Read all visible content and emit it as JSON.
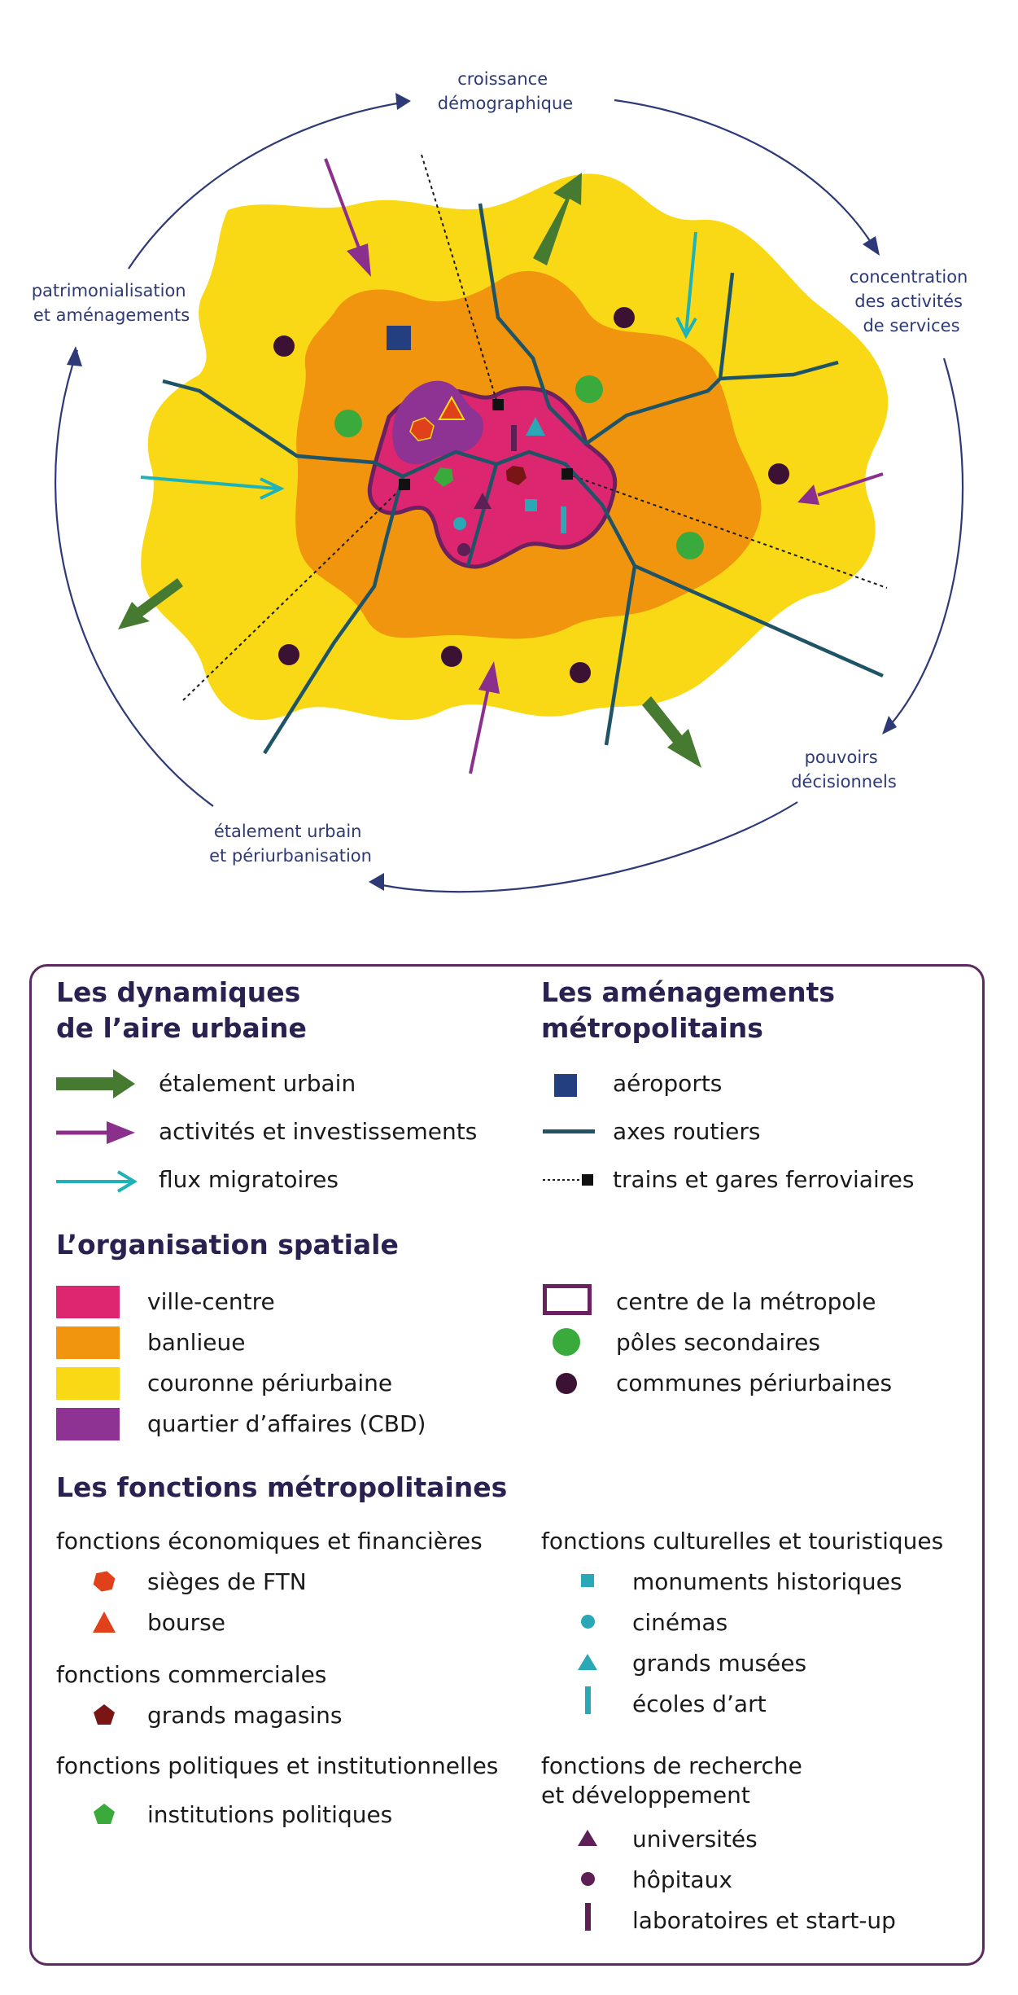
{
  "cycle": {
    "top": [
      "croissance",
      "démographique"
    ],
    "right_top": [
      "concentration",
      "des activités",
      "de services"
    ],
    "right_bottom": [
      "pouvoirs",
      "décisionnels"
    ],
    "bottom": [
      "étalement urbain",
      "et périurbanisation"
    ],
    "left": [
      "patrimonialisation",
      "et aménagements"
    ]
  },
  "colors": {
    "ville_centre": "#dc2670",
    "banlieue": "#f2950e",
    "couronne": "#f9d916",
    "cbd": "#8e3393",
    "centre_border": "#6a2160",
    "etalement": "#457a30",
    "activites": "#8b2f8d",
    "flux": "#1fb3b8",
    "routes": "#1f5467",
    "aeroport": "#233f80",
    "poles": "#3aaa3c",
    "communes": "#3b1233",
    "ftn": "#e0411a",
    "magasins": "#7a1515",
    "culture": "#2aa8b5",
    "recherche": "#5d1f56",
    "heading": "#2a2150",
    "cycle_text": "#2e3a78"
  },
  "legend": {
    "dynamiques": {
      "title": [
        "Les dynamiques",
        "de l’aire urbaine"
      ],
      "items": [
        {
          "label": "étalement urbain",
          "icon": "thick-arrow-icon"
        },
        {
          "label": "activités et investissements",
          "icon": "arrow-icon"
        },
        {
          "label": "flux migratoires",
          "icon": "thin-arrow-icon"
        }
      ]
    },
    "amenagements": {
      "title": [
        "Les aménagements",
        "métropolitains"
      ],
      "items": [
        {
          "label": "aéroports",
          "icon": "square-icon"
        },
        {
          "label": "axes routiers",
          "icon": "line-icon"
        },
        {
          "label": "trains et gares ferroviaires",
          "icon": "dashed-line-icon"
        }
      ]
    },
    "organisation": {
      "title": "L’organisation spatiale",
      "zones": [
        "ville-centre",
        "banlieue",
        "couronne périurbaine",
        "quartier d’affaires (CBD)"
      ],
      "points": [
        "centre de la métropole",
        "pôles secondaires",
        "communes périurbaines"
      ]
    },
    "fonctions": {
      "title": "Les fonctions métropolitaines",
      "economiques": {
        "title": "fonctions économiques et financières",
        "items": [
          "sièges de FTN",
          "bourse"
        ]
      },
      "commerciales": {
        "title": "fonctions commerciales",
        "items": [
          "grands magasins"
        ]
      },
      "politiques": {
        "title": "fonctions politiques et institutionnelles",
        "items": [
          "institutions politiques"
        ]
      },
      "culturelles": {
        "title": "fonctions culturelles et touristiques",
        "items": [
          "monuments historiques",
          "cinémas",
          "grands musées",
          "écoles d’art"
        ]
      },
      "recherche": {
        "title": [
          "fonctions de recherche",
          "et développement"
        ],
        "items": [
          "universités",
          "hôpitaux",
          "laboratoires et start-up"
        ]
      }
    }
  }
}
